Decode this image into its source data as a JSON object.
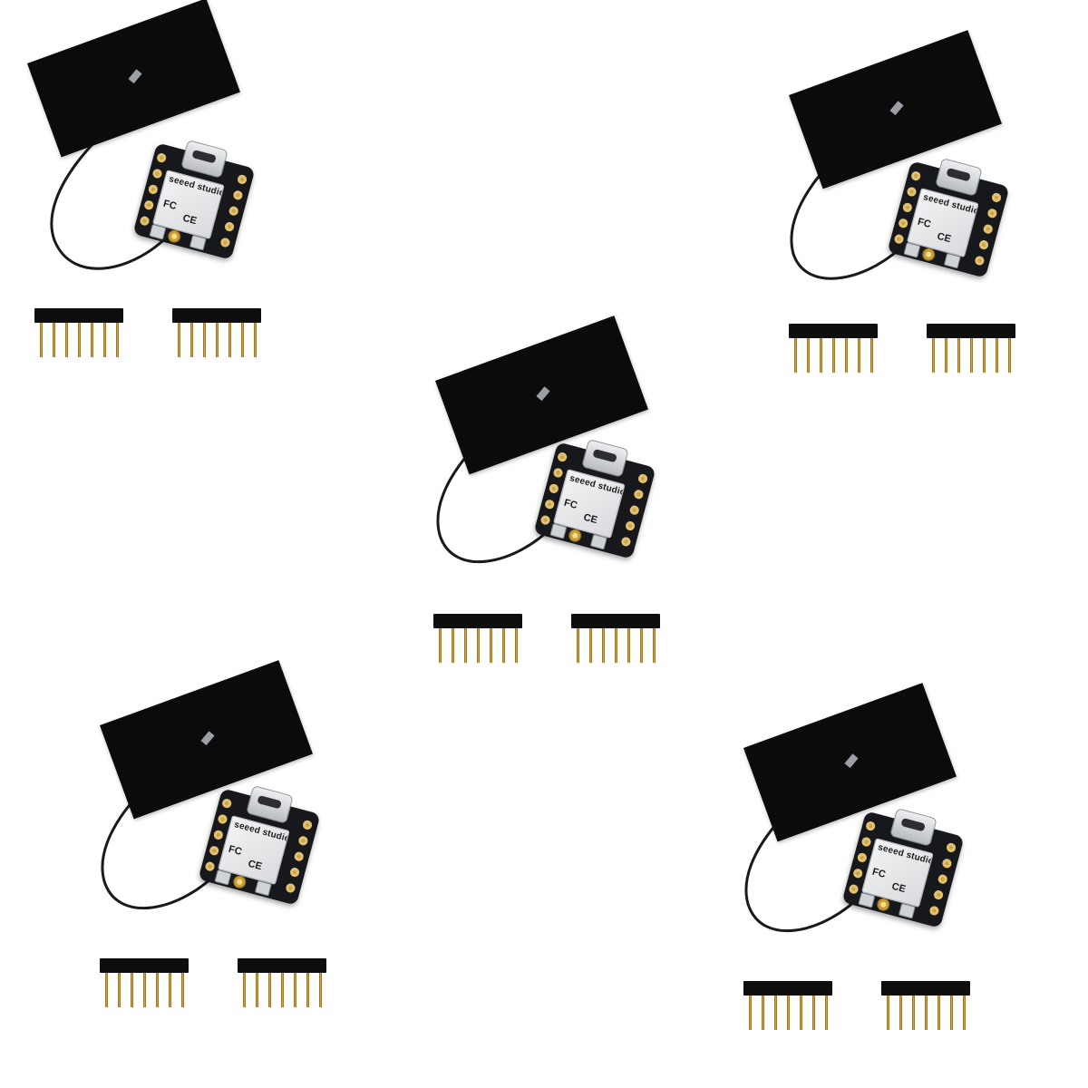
{
  "product": {
    "brand_text": "seeed studio",
    "fc_mark": "FC",
    "ce_mark": "CE"
  },
  "colors": {
    "background": "#ffffff",
    "antenna": "#0b0b0c",
    "board": "#16181c",
    "gold_pad": "#c9a24a",
    "cable": "#1a1a1a"
  },
  "kits": [
    {
      "id": "kit-1"
    },
    {
      "id": "kit-2"
    },
    {
      "id": "kit-3"
    },
    {
      "id": "kit-4"
    },
    {
      "id": "kit-5"
    }
  ],
  "header_pin_count": 7
}
